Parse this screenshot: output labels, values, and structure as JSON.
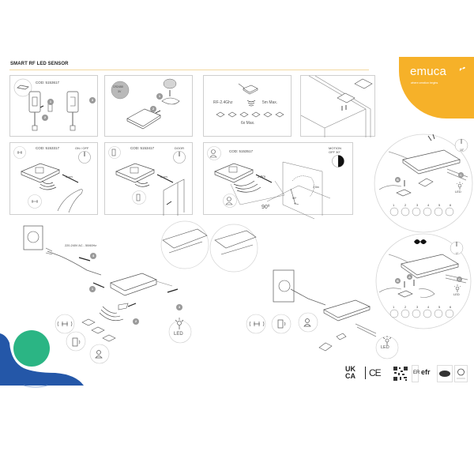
{
  "document": {
    "title": "SMART RF LED SENSOR",
    "brand": {
      "name": "emuca",
      "tagline": "where creation begins",
      "color": "#f6b129"
    }
  },
  "row1": {
    "panel1": {
      "cod": "COD: 5153617",
      "steps": [
        "1",
        "2",
        "3"
      ]
    },
    "panel2": {
      "battery": "CR2450",
      "voltage": "3V",
      "steps": [
        "1",
        "2"
      ]
    },
    "panel3": {
      "frequency": "RF-2.4Ghz",
      "range": "5m Max.",
      "count": "6x Max."
    },
    "panel4": {}
  },
  "row2": {
    "panel1": {
      "cod": "COD: 5153317",
      "mode": "ON / OFF",
      "distance": "3 cm",
      "time": ">1\""
    },
    "panel2": {
      "cod": "COD: 5153417",
      "mode": "DOOR",
      "distance": "6 cm",
      "time": ">1\""
    },
    "panel3": {
      "cod": "COD: 5153517",
      "mode_line1": "MOTION",
      "mode_line2": "OFF 30\"",
      "distance": "2,5m",
      "angle": "90º",
      "side_distance": "2,5m",
      "side_angle": "90º"
    }
  },
  "wiring_left": {
    "voltage": "220-240V AC - 50/60Hz",
    "steps": [
      "1",
      "2",
      "3",
      "4"
    ],
    "led_label": "LED"
  },
  "pairing_top": {
    "time": "10\"",
    "badges": [
      "B",
      "C"
    ],
    "led_label": "LED",
    "channels": [
      "1",
      "2",
      "3",
      "4",
      "5",
      "6"
    ]
  },
  "pairing_bottom": {
    "time": "1\"",
    "badges": [
      "A",
      "B",
      "C"
    ],
    "led_label": "LED",
    "channels": [
      "1",
      "2",
      "3",
      "4",
      "5",
      "6"
    ]
  },
  "wiring_right": {
    "led_label": "LED"
  },
  "certifications": [
    "UK CA",
    "CE",
    "QR",
    "ER",
    "efr",
    "seal-1",
    "seal-2"
  ],
  "certification_text": {
    "ukca_top": "UK",
    "ukca_bottom": "CA",
    "ce": "CE",
    "efr": "efr"
  },
  "decor": {
    "green": "#2bb584",
    "blue": "#2457a8"
  }
}
